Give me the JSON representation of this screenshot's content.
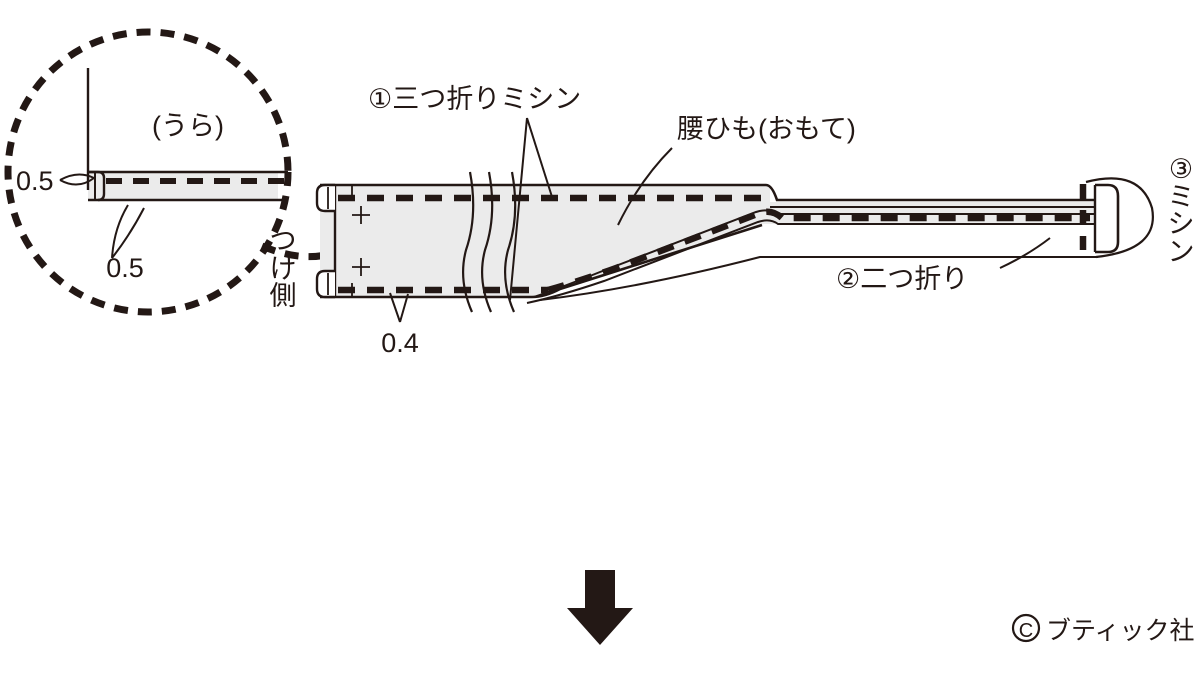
{
  "diagram": {
    "title_domain": "sewing-pattern-diagram",
    "colors": {
      "ink": "#231815",
      "fabric_fill": "#ebebeb",
      "outline": "#231815",
      "background": "#ffffff"
    },
    "detail_circle": {
      "face_label": "(うら)",
      "measure_top": "0.5",
      "measure_bottom": "0.5"
    },
    "labels": {
      "step1": "①三つ折りミシン",
      "step2": "②二つ折り",
      "step3": "③ミシン",
      "piece_name": "腰ひも(おもて)",
      "attach_side": "つけ側",
      "measure_seam": "0.4"
    },
    "arrow": {
      "name": "down-arrow",
      "direction": "down"
    },
    "credit": {
      "symbol": "Ⓒ",
      "text": "ブティック社"
    }
  }
}
